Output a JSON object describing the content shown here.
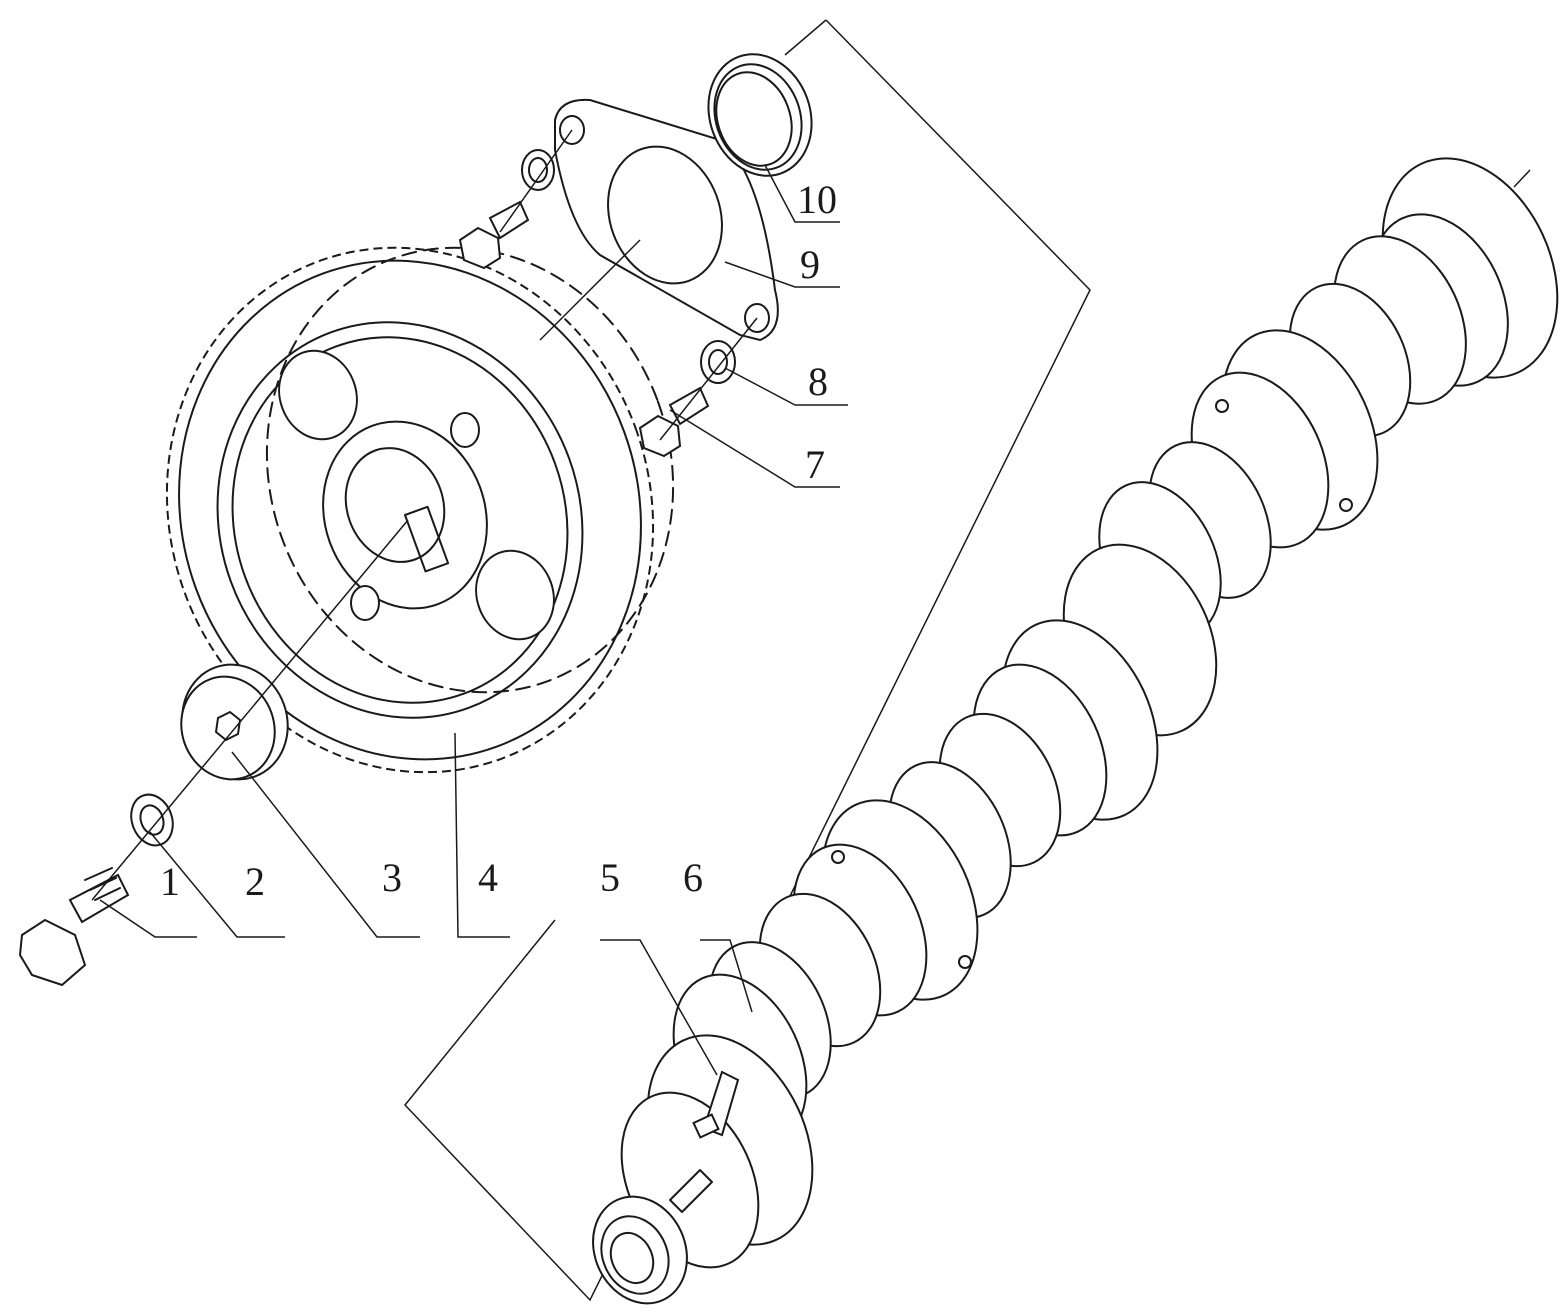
{
  "diagram": {
    "type": "exploded-assembly-drawing",
    "subject": "camshaft and timing gear assembly",
    "line_color": "#1a1a1a",
    "background": "#ffffff"
  },
  "callouts": [
    {
      "id": "1",
      "label": "1",
      "part": "hex bolt (gear retaining)"
    },
    {
      "id": "2",
      "label": "2",
      "part": "lock washer"
    },
    {
      "id": "3",
      "label": "3",
      "part": "thrust washer"
    },
    {
      "id": "4",
      "label": "4",
      "part": "camshaft timing gear"
    },
    {
      "id": "5",
      "label": "5",
      "part": "woodruff key"
    },
    {
      "id": "6",
      "label": "6",
      "part": "camshaft"
    },
    {
      "id": "7",
      "label": "7",
      "part": "hex bolt (thrust plate)"
    },
    {
      "id": "8",
      "label": "8",
      "part": "lock washer"
    },
    {
      "id": "9",
      "label": "9",
      "part": "thrust plate"
    },
    {
      "id": "10",
      "label": "10",
      "part": "spacer ring"
    }
  ]
}
